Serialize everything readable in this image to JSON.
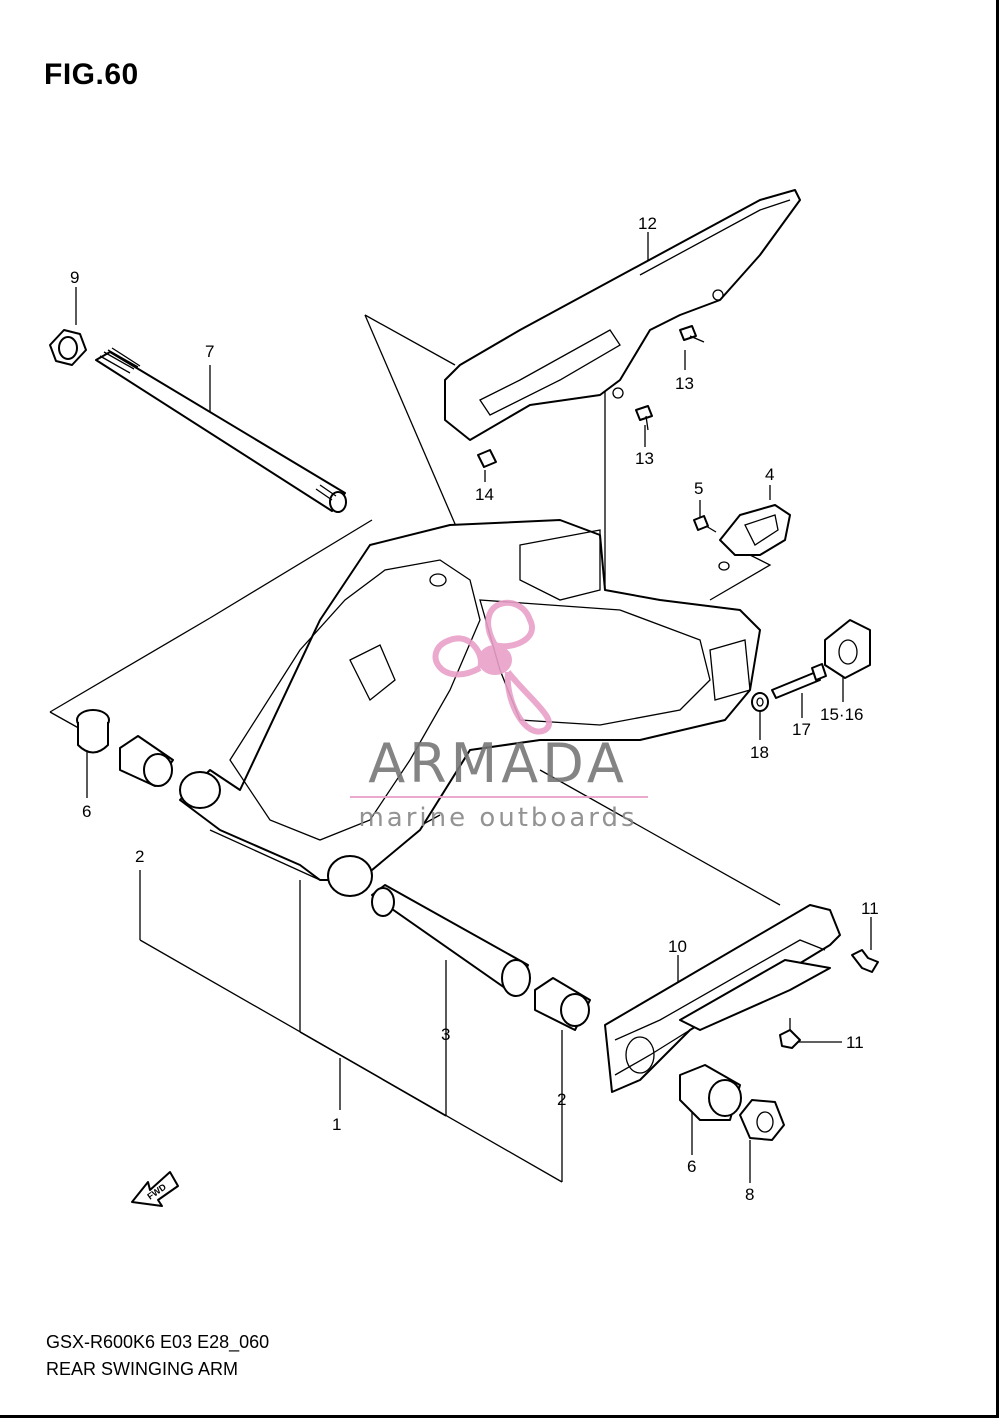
{
  "figure": {
    "title": "FIG.60",
    "model_code": "GSX-R600K6 E03 E28_060",
    "assembly_name": "REAR SWINGING ARM"
  },
  "watermark": {
    "brand": "ARMADA",
    "tagline": "marine outboards",
    "colors": {
      "logo": "#e8a0c8",
      "text": "#777777",
      "rule": "#e8a0c8"
    }
  },
  "callouts": [
    {
      "id": "c1",
      "label": "1"
    },
    {
      "id": "c2a",
      "label": "2"
    },
    {
      "id": "c2b",
      "label": "2"
    },
    {
      "id": "c3",
      "label": "3"
    },
    {
      "id": "c4",
      "label": "4"
    },
    {
      "id": "c5",
      "label": "5"
    },
    {
      "id": "c6a",
      "label": "6"
    },
    {
      "id": "c6b",
      "label": "6"
    },
    {
      "id": "c7",
      "label": "7"
    },
    {
      "id": "c8",
      "label": "8"
    },
    {
      "id": "c9",
      "label": "9"
    },
    {
      "id": "c10",
      "label": "10"
    },
    {
      "id": "c11a",
      "label": "11"
    },
    {
      "id": "c11b",
      "label": "11"
    },
    {
      "id": "c12",
      "label": "12"
    },
    {
      "id": "c13a",
      "label": "13"
    },
    {
      "id": "c13b",
      "label": "13"
    },
    {
      "id": "c14",
      "label": "14"
    },
    {
      "id": "c15",
      "label": "15·16"
    },
    {
      "id": "c17",
      "label": "17"
    },
    {
      "id": "c18",
      "label": "18"
    }
  ],
  "fwd_arrow": {
    "label": "FWD"
  }
}
